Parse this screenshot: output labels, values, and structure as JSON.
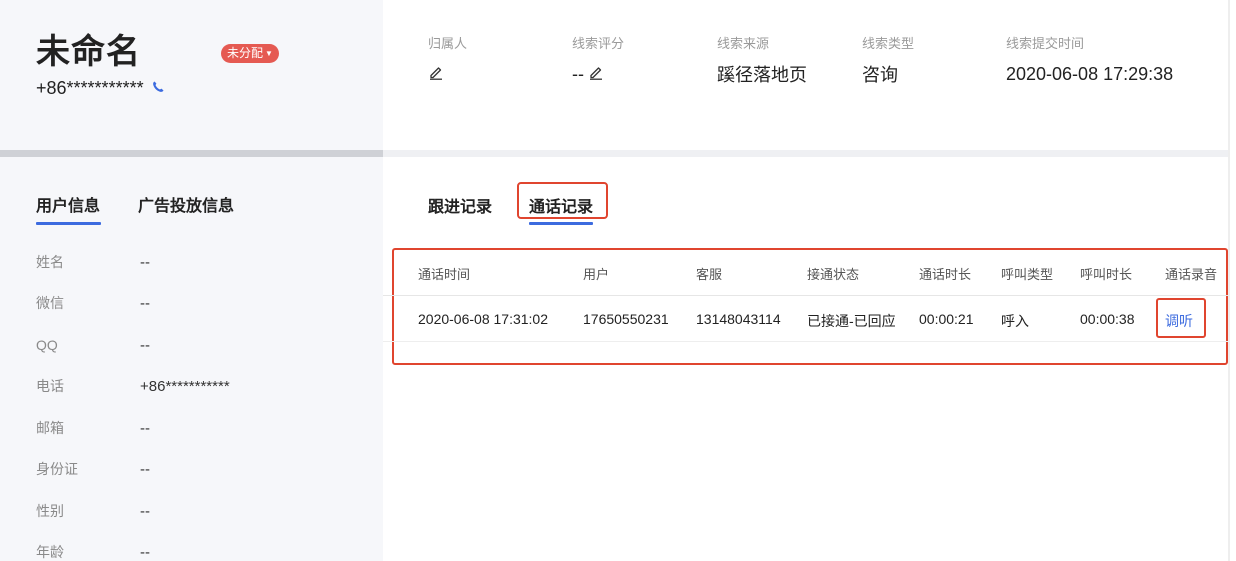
{
  "header": {
    "lead_name": "未命名",
    "status_badge": "未分配",
    "status_caret": "▼",
    "phone": "+86***********",
    "phone_icon": "phone-icon"
  },
  "info_fields": {
    "owner": {
      "label": "归属人",
      "value": ""
    },
    "score": {
      "label": "线索评分",
      "value": "--"
    },
    "source": {
      "label": "线索来源",
      "value": "蹊径落地页"
    },
    "type": {
      "label": "线索类型",
      "value": "咨询"
    },
    "submit_time": {
      "label": "线索提交时间",
      "value": "2020-06-08 17:29:38"
    }
  },
  "left_tabs": {
    "user_info": "用户信息",
    "ad_info": "广告投放信息"
  },
  "user_info": [
    {
      "key": "姓名",
      "value": "--"
    },
    {
      "key": "微信",
      "value": "--"
    },
    {
      "key": "QQ",
      "value": "--"
    },
    {
      "key": "电话",
      "value": "+86***********"
    },
    {
      "key": "邮箱",
      "value": "--"
    },
    {
      "key": "身份证",
      "value": "--"
    },
    {
      "key": "性别",
      "value": "--"
    },
    {
      "key": "年龄",
      "value": "--"
    }
  ],
  "right_tabs": {
    "follow_up": "跟进记录",
    "call_records": "通话记录"
  },
  "call_table": {
    "columns": [
      "通话时间",
      "用户",
      "客服",
      "接通状态",
      "通话时长",
      "呼叫类型",
      "呼叫时长",
      "通话录音"
    ],
    "rows": [
      [
        "2020-06-08 17:31:02",
        "17650550231",
        "13148043114",
        "已接通-已回应",
        "00:00:21",
        "呼入",
        "00:00:38",
        "调听"
      ]
    ]
  },
  "colors": {
    "accent_blue": "#3c6bdf",
    "highlight_red": "#e0452f",
    "badge_red": "#e55a52"
  }
}
